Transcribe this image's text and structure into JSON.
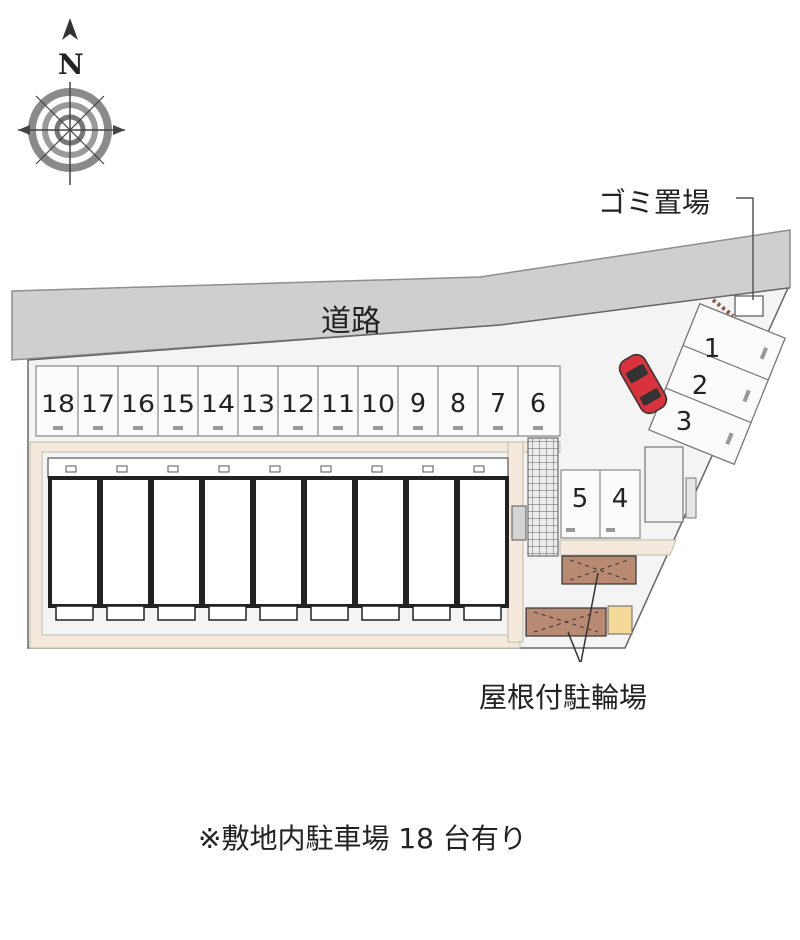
{
  "compass": {
    "north_label": "N",
    "icon": "compass-rose-icon"
  },
  "road": {
    "label": "道路"
  },
  "garbage": {
    "label": "ゴミ置場"
  },
  "bicycle": {
    "label": "屋根付駐輪場"
  },
  "footnote": "※敷地内駐車場 18 台有り",
  "parking": {
    "north_row": [
      "18",
      "17",
      "16",
      "15",
      "14",
      "13",
      "12",
      "11",
      "10",
      "9",
      "8",
      "7",
      "6"
    ],
    "east_pair": [
      "5",
      "4"
    ],
    "angled": [
      "1",
      "2",
      "3"
    ]
  },
  "building": {
    "units": 9
  },
  "colors": {
    "road": "#cfcfcf",
    "site": "#f4f4f4",
    "walkway": "#f5e8dc",
    "bike_shelter": "#b88a72",
    "car": "#d8323c"
  }
}
